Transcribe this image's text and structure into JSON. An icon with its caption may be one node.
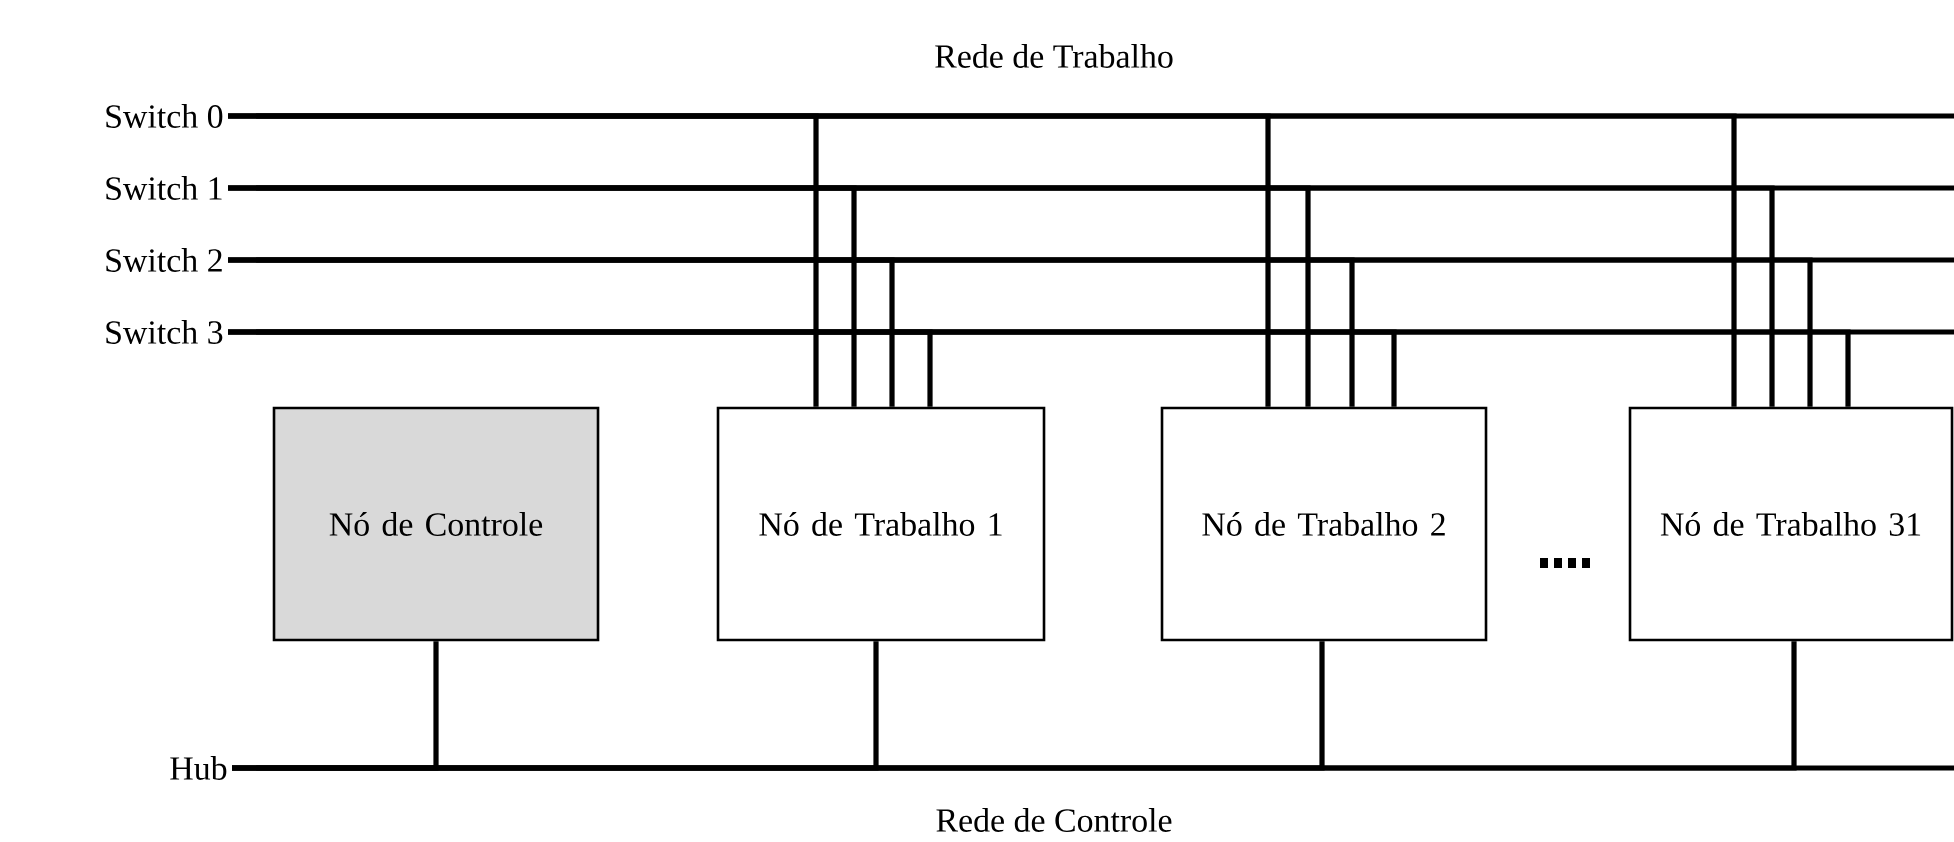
{
  "diagram": {
    "nodes": [
      {
        "text": [
          "Switch 0"
        ]
      },
      {
        "text": [
          "Switch 1"
        ]
      },
      {
        "text": [
          "Switch 2"
        ]
      },
      {
        "text": [
          "Switch 3"
        ]
      },
      {
        "text": [
          "Nó de Controle"
        ]
      },
      {
        "text": [
          "Nó de Trabalho 1"
        ]
      },
      {
        "text": [
          "Nó de Trabalho 2"
        ]
      },
      {
        "text": [
          "Nó de Trabalho 31"
        ]
      },
      {
        "text": [
          "Hub"
        ]
      }
    ],
    "edges": [
      {
        "from": 0,
        "to": 5,
        "arrow": "none"
      },
      {
        "from": 1,
        "to": 5,
        "arrow": "none"
      },
      {
        "from": 2,
        "to": 5,
        "arrow": "none"
      },
      {
        "from": 3,
        "to": 5,
        "arrow": "none"
      },
      {
        "from": 0,
        "to": 6,
        "arrow": "none"
      },
      {
        "from": 1,
        "to": 6,
        "arrow": "none"
      },
      {
        "from": 2,
        "to": 6,
        "arrow": "none"
      },
      {
        "from": 3,
        "to": 6,
        "arrow": "none"
      },
      {
        "from": 0,
        "to": 7,
        "arrow": "none"
      },
      {
        "from": 1,
        "to": 7,
        "arrow": "none"
      },
      {
        "from": 2,
        "to": 7,
        "arrow": "none"
      },
      {
        "from": 3,
        "to": 7,
        "arrow": "none"
      },
      {
        "from": 8,
        "to": 4,
        "arrow": "none"
      },
      {
        "from": 8,
        "to": 5,
        "arrow": "none"
      },
      {
        "from": 8,
        "to": 6,
        "arrow": "none"
      },
      {
        "from": 8,
        "to": 7,
        "arrow": "none"
      }
    ],
    "labels": [
      "Rede de Trabalho",
      "Rede de Controle"
    ]
  }
}
